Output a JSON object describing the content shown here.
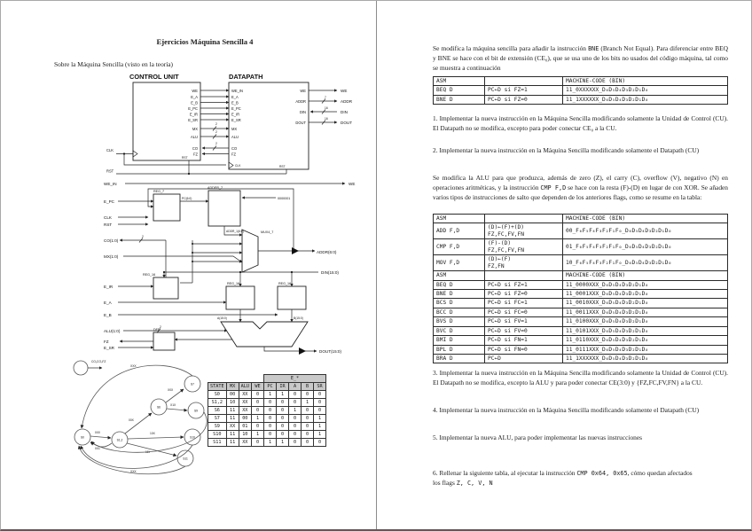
{
  "colors": {
    "page_bg": "#ffffff",
    "border": "#a9a9a9",
    "divider": "#8c8c8c",
    "text": "#1c1c1c",
    "table_header_bg": "#c9c9c9"
  },
  "page_left": {
    "title": "Ejercicios Máquina Sencilla 4",
    "subtitle": "Sobre la Máquina Sencilla (visto en la teoría)",
    "block_diagram": {
      "cu_title": "CONTROL UNIT",
      "dp_title": "DATAPATH",
      "signals": [
        "WE",
        "E_A",
        "E_B",
        "E_PC",
        "E_IR",
        "E_SR",
        "MX",
        "ALU",
        "CO",
        "FZ"
      ],
      "dp_pins": [
        "WE_IN",
        "E_A",
        "E_B",
        "E_PC",
        "E_IR",
        "E_SR",
        "MX",
        "ALU",
        "CO",
        "FZ"
      ],
      "dp_out_pins": [
        "WE",
        "ADDR",
        "DIN",
        "DOUT"
      ],
      "ext_labels": [
        "WE",
        "ADDR",
        "DIN",
        "DOUT"
      ],
      "bus_widths": {
        "mx": "2",
        "alu": "2",
        "co": "2",
        "addr": "7",
        "din": "16",
        "dout": "16"
      },
      "clk": "CLK",
      "rst": "RST"
    },
    "datapath": {
      "left_labels": [
        "WE_IN",
        "E_PC",
        "CLK",
        "RST",
        "CO(1:0)",
        "MX(1:0)",
        "E_IR",
        "E_A",
        "E_B",
        "ALU(1:0)",
        "FZ",
        "E_SR"
      ],
      "right_labels": [
        "WE",
        "ADDR(6:0)",
        "DIN(15:0)",
        "DOUT(15:0)"
      ],
      "blocks": {
        "reg7": "REG_7",
        "adder": "ADDER_7",
        "mux": "MUX4_7",
        "reg16": "REG_16",
        "dff": "DFF"
      },
      "adder_const": "0000001",
      "bus_labels": {
        "pc": "PC(6:0)",
        "addr1": "ADDR_1(6:0)",
        "a": "A(15:0)",
        "b": "B(15:0)"
      }
    },
    "fsm": {
      "legend": "CO₁CO₀FZ",
      "states": [
        "S0",
        "S1,2",
        "S6",
        "S7",
        "S9",
        "S10",
        "S11"
      ],
      "edge_labels": [
        "0X0",
        "0X1",
        "00X",
        "X0X",
        "X1X",
        "10X",
        "111",
        "XXX",
        "XXX"
      ],
      "table": {
        "group_header": "E_*",
        "headers": [
          "STATE",
          "MX",
          "ALU",
          "WE",
          "PC",
          "IR",
          "A",
          "B",
          "SR"
        ],
        "rows": [
          [
            "S0",
            "00",
            "XX",
            "0",
            "1",
            "1",
            "0",
            "0",
            "0"
          ],
          [
            "S1,2",
            "10",
            "XX",
            "0",
            "0",
            "0",
            "0",
            "1",
            "0"
          ],
          [
            "S6",
            "11",
            "XX",
            "0",
            "0",
            "0",
            "1",
            "0",
            "0"
          ],
          [
            "S7",
            "11",
            "00",
            "1",
            "0",
            "0",
            "0",
            "0",
            "1"
          ],
          [
            "S9",
            "XX",
            "01",
            "0",
            "0",
            "0",
            "0",
            "0",
            "1"
          ],
          [
            "S10",
            "11",
            "10",
            "1",
            "0",
            "0",
            "0",
            "0",
            "1"
          ],
          [
            "S11",
            "11",
            "XX",
            "0",
            "1",
            "1",
            "0",
            "0",
            "0"
          ]
        ]
      }
    }
  },
  "page_right": {
    "intro": [
      {
        "t": "Se modifica la máquina sencilla para añadir la instrucción "
      },
      {
        "t": "BNE",
        "cls": "mono"
      },
      {
        "t": " (Branch Not Equal). Para diferenciar entre BEQ y BNE se hace con el bit de extensión (CE₀), que se usa uno de los bits no usados del código máquina, tal como se muestra a continuación"
      }
    ],
    "bne_table": {
      "rows": [
        {
          "asm": "ASM",
          "d1": "",
          "code": "MACHINE-CODE (BIN)"
        },
        {
          "asm": "BEQ D",
          "d1": "PC←D si FZ=1",
          "code": "11_0XXXXXX_D₆D₅D₄D₃D₂D₁D₀"
        },
        {
          "asm": "BNE D",
          "d1": "PC←D si FZ=0",
          "code": "11_1XXXXXX_D₆D₅D₄D₃D₂D₁D₀"
        }
      ]
    },
    "ex1": "1. Implementar la nueva instrucción en la Máquina Sencilla modificando solamente la Unidad de Control (CU). El Datapath no se modifica, excepto para poder conectar CE₀ a la CU.",
    "ex2": "2. Implementar la nueva instrucción en la Máquina Sencilla modificando solamente el Datapath (CU)",
    "alu_paragraph": [
      {
        "t": "Se modifica la ALU para que produzca, además de zero (Z), el carry (C), overflow (V), negativo (N) en operaciones aritméticas, y la instrucción "
      },
      {
        "t": "CMP F,D",
        "cls": "mono"
      },
      {
        "t": " se hace con la resta (F)-(D) en lugar de con XOR. Se añaden varios tipos de instrucciones de salto que dependen de los anteriores flags, como se resume en la tabla:"
      }
    ],
    "jump_table": {
      "rows": [
        {
          "asm": "ASM",
          "d1": "",
          "d2": "",
          "code": "MACHINE-CODE (BIN)"
        },
        {
          "asm": "ADD F,D",
          "d1": "(D)←(F)+(D)",
          "d2": "FZ,FC,FV,FN",
          "code": "00_F₆F₅F₄F₃F₂F₁F₀_D₆D₅D₄D₃D₂D₁D₀"
        },
        {
          "asm": "CMP F,D",
          "d1": "(F)-(D)",
          "d2": "FZ,FC,FV,FN",
          "code": "01_F₆F₅F₄F₃F₂F₁F₀_D₆D₅D₄D₃D₂D₁D₀"
        },
        {
          "asm": "MOV F,D",
          "d1": "(D)←(F)",
          "d2": "FZ,FN",
          "code": "10_F₆F₅F₄F₃F₂F₁F₀_D₆D₅D₄D₃D₂D₁D₀"
        },
        {
          "asm": "ASM",
          "d1": "",
          "d2": "",
          "code": "MACHINE-CODE (BIN)"
        },
        {
          "asm": "BEQ D",
          "d1": "PC←D si FZ=1",
          "d2": "",
          "code": "11_0000XXX_D₆D₅D₄D₃D₂D₁D₀"
        },
        {
          "asm": "BNE D",
          "d1": "PC←D si FZ=0",
          "d2": "",
          "code": "11_0001XXX_D₆D₅D₄D₃D₂D₁D₀"
        },
        {
          "asm": "BCS D",
          "d1": "PC←D si FC=1",
          "d2": "",
          "code": "11_0010XXX_D₆D₅D₄D₃D₂D₁D₀"
        },
        {
          "asm": "BCC D",
          "d1": "PC←D si FC=0",
          "d2": "",
          "code": "11_0011XXX_D₆D₅D₄D₃D₂D₁D₀"
        },
        {
          "asm": "BVS D",
          "d1": "PC←D si FV=1",
          "d2": "",
          "code": "11_0100XXX_D₆D₅D₄D₃D₂D₁D₀"
        },
        {
          "asm": "BVC D",
          "d1": "PC←D si FV=0",
          "d2": "",
          "code": "11_0101XXX_D₆D₅D₄D₃D₂D₁D₀"
        },
        {
          "asm": "BMI D",
          "d1": "PC←D si FN=1",
          "d2": "",
          "code": "11_0110XXX_D₆D₅D₄D₃D₂D₁D₀"
        },
        {
          "asm": "BPL D",
          "d1": "PC←D si FN=0",
          "d2": "",
          "code": "11_0111XXX_D₆D₅D₄D₃D₂D₁D₀"
        },
        {
          "asm": "BRA D",
          "d1": "PC←D",
          "d2": "",
          "code": "11_1XXXXXX_D₆D₅D₄D₃D₂D₁D₀"
        }
      ]
    },
    "ex3": "3. Implementar la nueva instrucción en la Máquina Sencilla modificando solamente la Unidad de Control (CU). El Datapath no se modifica, excepto la ALU y para poder conectar CE(3:0) y {FZ,FC,FV,FN} a la CU.",
    "ex4": "4. Implementar la nueva instrucción en la Máquina Sencilla modificando solamente el Datapath (CU)",
    "ex5": "5. Implementar la nueva ALU, para poder implementar las nuevas instrucciones",
    "ex6": [
      {
        "t": "6. Rellenar la siguiente tabla, al ejecutar la instrucción "
      },
      {
        "t": "CMP 0x64, 0x65",
        "cls": "mono"
      },
      {
        "t": ", cómo quedan afectados los flags "
      },
      {
        "t": "Z, C, V, N",
        "cls": "mono"
      }
    ]
  }
}
